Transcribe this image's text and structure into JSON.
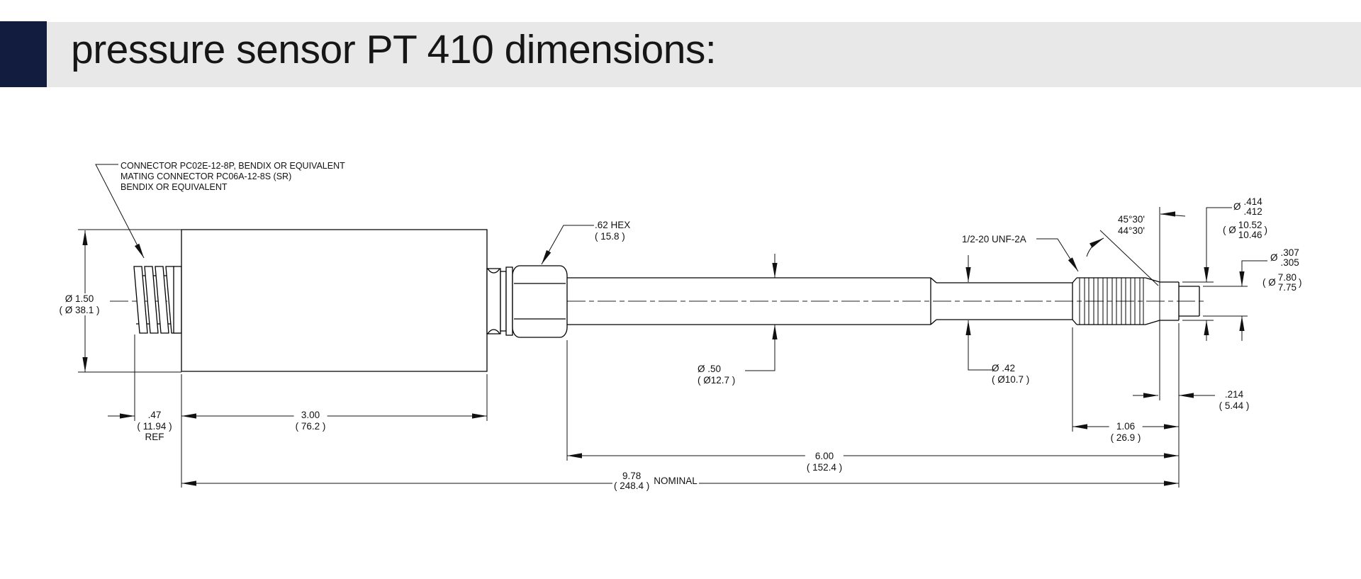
{
  "header": {
    "title": "pressure sensor PT 410 dimensions:",
    "accent_color": "#111c3e",
    "bar_color": "#e8e8e8"
  },
  "drawing": {
    "note": {
      "line1": "CONNECTOR PC02E-12-8P, BENDIX OR EQUIVALENT",
      "line2": "MATING CONNECTOR PC06A-12-8S (SR)",
      "line3": "BENDIX OR EQUIVALENT"
    },
    "body_dia": {
      "in": "Ø 1.50",
      "mm": "( Ø 38.1 )"
    },
    "conn_len": {
      "in": ".47",
      "mm": "( 11.94 )",
      "note": "REF"
    },
    "body_len": {
      "in": "3.00",
      "mm": "( 76.2 )"
    },
    "hex": {
      "in": ".62 HEX",
      "mm": "( 15.8 )"
    },
    "stem_dia": {
      "in": "Ø .50",
      "mm": "( Ø12.7 )"
    },
    "tip_stem_dia": {
      "in": "Ø .42",
      "mm": "( Ø10.7 )"
    },
    "thread_spec": "1/2-20 UNF-2A",
    "seat_angle": {
      "max": "45°30'",
      "min": "44°30'"
    },
    "pilot_dia": {
      "sym": "Ø",
      "in_max": ".414",
      "in_min": ".412",
      "mm_open": "( Ø",
      "mm_max": "10.52",
      "mm_min": "10.46",
      "mm_close": ")"
    },
    "nose_dia": {
      "sym": "Ø",
      "in_max": ".307",
      "in_min": ".305",
      "mm_open": "( Ø",
      "mm_max": "7.80",
      "mm_min": "7.75",
      "mm_close": ")"
    },
    "nose_len": {
      "in": ".214",
      "mm": "( 5.44 )"
    },
    "thread_len": {
      "in": "1.06",
      "mm": "( 26.9 )"
    },
    "stem_len": {
      "in": "6.00",
      "mm": "( 152.4 )"
    },
    "overall_len": {
      "in": "9.78",
      "mm": "( 248.4 )",
      "note": "NOMINAL"
    }
  }
}
